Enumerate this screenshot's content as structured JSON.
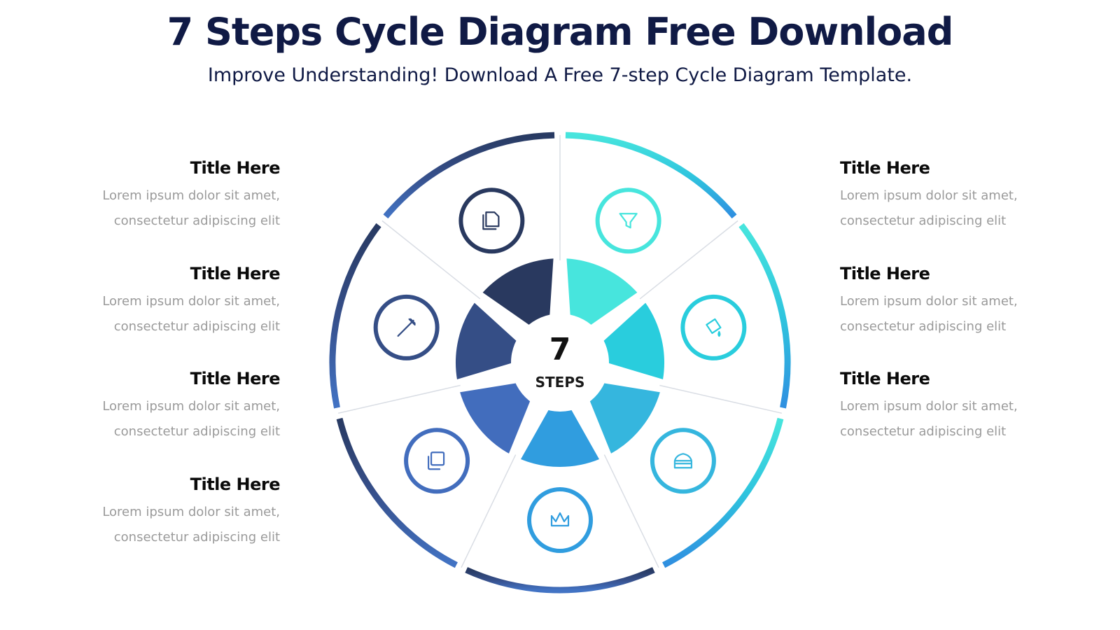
{
  "header": {
    "title": "7 Steps Cycle Diagram Free Download",
    "subtitle": "Improve Understanding! Download A Free 7-step Cycle Diagram Template."
  },
  "center": {
    "number": "7",
    "label": "STEPS"
  },
  "colors": [
    "#47e5dd",
    "#29cddd",
    "#35b6de",
    "#309ddf",
    "#426dbd",
    "#354e86",
    "#29395f"
  ],
  "steps": [
    {
      "icon": "funnel-icon"
    },
    {
      "icon": "paint-bucket-icon"
    },
    {
      "icon": "cake-icon"
    },
    {
      "icon": "crown-icon"
    },
    {
      "icon": "copy-icon"
    },
    {
      "icon": "eyedropper-icon"
    },
    {
      "icon": "documents-icon"
    }
  ],
  "left_items": [
    {
      "title": "Title Here",
      "text1": "Lorem ipsum dolor sit amet,",
      "text2": "consectetur adipiscing elit"
    },
    {
      "title": "Title Here",
      "text1": "Lorem ipsum dolor sit amet,",
      "text2": "consectetur adipiscing elit"
    },
    {
      "title": "Title Here",
      "text1": "Lorem ipsum dolor sit amet,",
      "text2": "consectetur adipiscing elit"
    },
    {
      "title": "Title Here",
      "text1": "Lorem ipsum dolor sit amet,",
      "text2": "consectetur adipiscing elit"
    }
  ],
  "right_items": [
    {
      "title": "Title Here",
      "text1": "Lorem ipsum dolor sit amet,",
      "text2": "consectetur adipiscing elit"
    },
    {
      "title": "Title Here",
      "text1": "Lorem ipsum dolor sit amet,",
      "text2": "consectetur adipiscing elit"
    },
    {
      "title": "Title Here",
      "text1": "Lorem ipsum dolor sit amet,",
      "text2": "consectetur adipiscing elit"
    }
  ]
}
